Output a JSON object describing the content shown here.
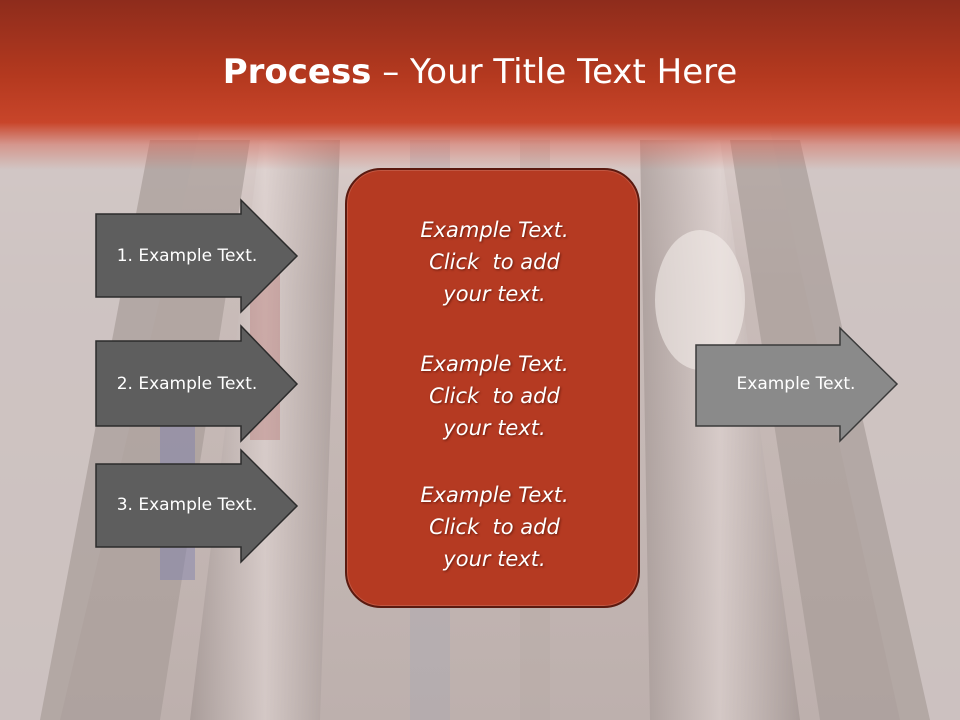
{
  "slide": {
    "title": {
      "bold": "Process",
      "rest": " – Your Title Text Here"
    },
    "left_steps": [
      {
        "label": "1. Example Text."
      },
      {
        "label": "2. Example Text."
      },
      {
        "label": "3. Example Text."
      }
    ],
    "center_box": {
      "items": [
        {
          "line1": "Example Text.",
          "line2": "Click  to add",
          "line3": "your text."
        },
        {
          "line1": "Example Text.",
          "line2": "Click  to add",
          "line3": "your text."
        },
        {
          "line1": "Example Text.",
          "line2": "Click  to add",
          "line3": "your text."
        }
      ]
    },
    "right_step": {
      "label": "Example Text."
    }
  },
  "colors": {
    "title_band": "#b4391f",
    "center_box_fill": "#b53a22",
    "left_arrow_fill": "#5e5e5e",
    "right_arrow_fill": "#8a8a8a",
    "text": "#ffffff"
  },
  "background": {
    "description_icon": "escalator-photo"
  }
}
